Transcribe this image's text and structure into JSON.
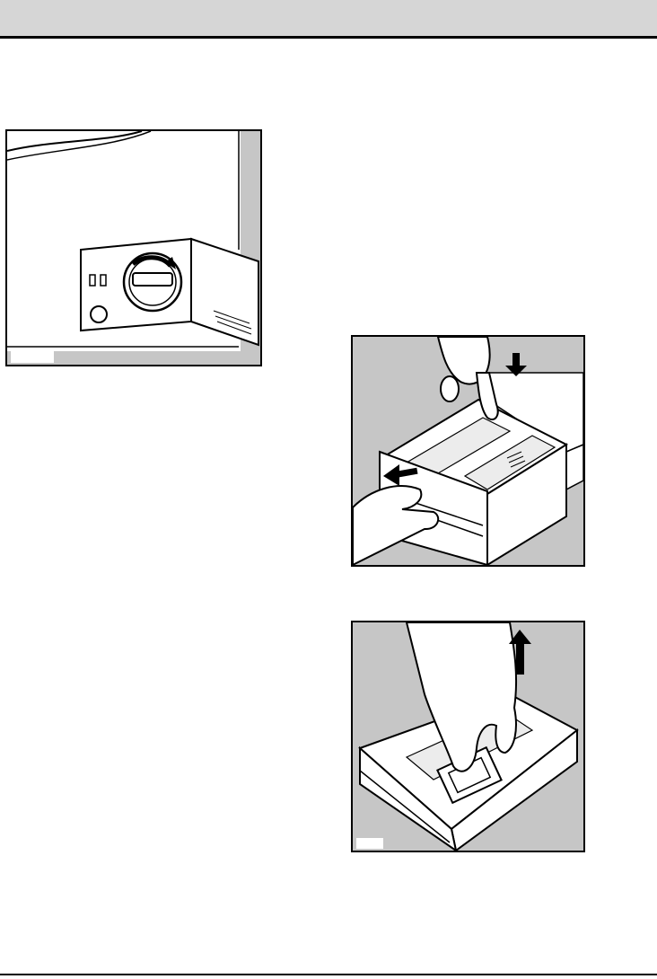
{
  "page": {
    "colors": {
      "header_bar": "#d6d6d6",
      "illustration_bg": "#c6c6c6",
      "line": "#000000",
      "paper": "#ffffff"
    }
  },
  "figures": [
    {
      "id": "pump-filter-door",
      "subject": "open-service-flap-with-round-pump-filter-cap",
      "icons": [
        "rotate-arrow-icon"
      ]
    },
    {
      "id": "pull-out-dispenser",
      "subject": "pressing-release-lever-while-pulling-detergent-drawer",
      "icons": [
        "arrow-down-icon",
        "arrow-left-icon"
      ]
    },
    {
      "id": "lift-siphon",
      "subject": "lifting-siphon-out-of-detergent-drawer",
      "icons": [
        "arrow-up-icon"
      ]
    }
  ]
}
